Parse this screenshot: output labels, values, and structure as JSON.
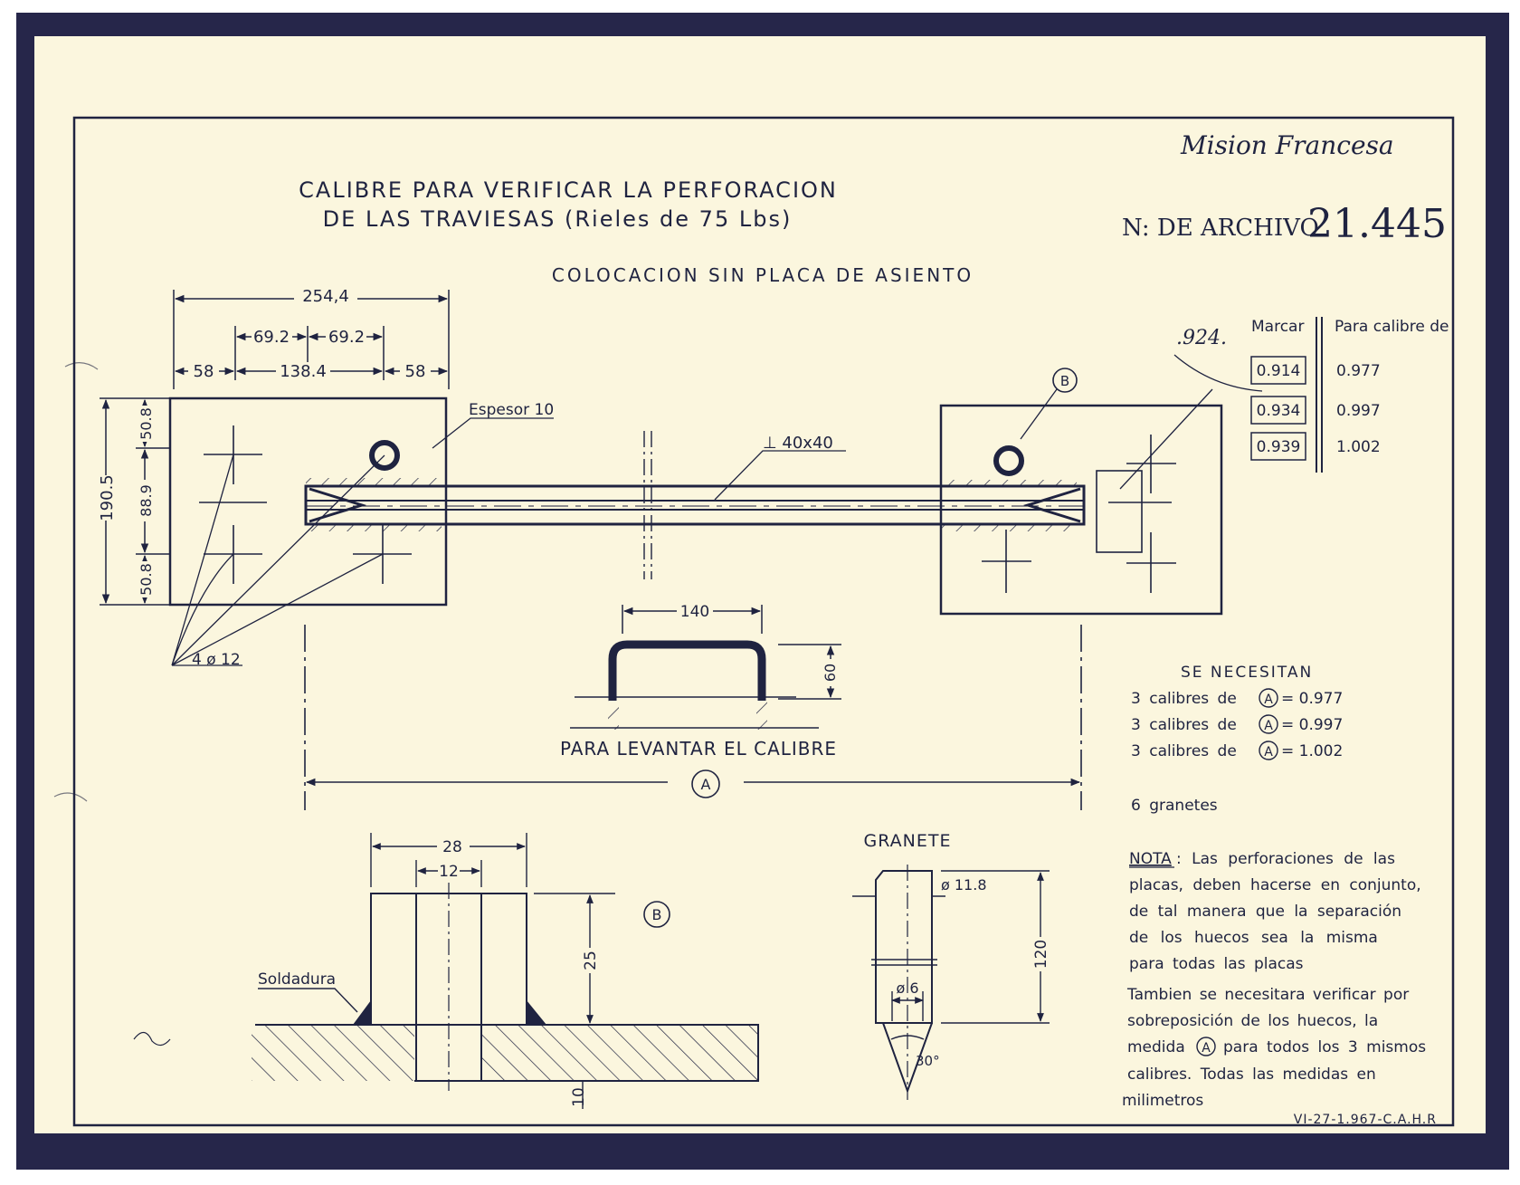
{
  "title": {
    "line1": "CALIBRE PARA VERIFICAR LA PERFORACION",
    "line2": "DE LAS TRAVIESAS (Rieles de 75 Lbs)",
    "subtitle": "COLOCACION SIN PLACA DE ASIENTO"
  },
  "header": {
    "mision": "Mision Francesa",
    "archivo_label": "N: DE ARCHIVO",
    "archivo_number": "21.445"
  },
  "dimensions": {
    "total_width": "254,4",
    "half_left": "69.2",
    "half_right": "69.2",
    "edge_left": "58",
    "middle": "138.4",
    "edge_right": "58",
    "height_total": "190.5",
    "height_top": "50.8",
    "height_mid": "88.9",
    "height_bottom": "50.8",
    "espesor": "Espesor 10",
    "angle_profile": "⊥ 40x40",
    "holes": "4 ø 12",
    "handle_width": "140",
    "handle_height": "60",
    "handle_caption": "PARA LEVANTAR EL CALIBRE",
    "gauge_label": "A"
  },
  "calibre_table": {
    "handwritten_note": ".924.",
    "headers": [
      "Marcar",
      "Para calibre de"
    ],
    "rows": [
      {
        "marcar": "0.914",
        "calibre": "0.977"
      },
      {
        "marcar": "0.934",
        "calibre": "0.997"
      },
      {
        "marcar": "0.939",
        "calibre": "1.002"
      }
    ]
  },
  "necesitan": {
    "heading": "SE NECESITAN",
    "items": [
      {
        "text": "3 calibres de",
        "circle": "A",
        "value": "= 0.977"
      },
      {
        "text": "3 calibres de",
        "circle": "A",
        "value": "= 0.997"
      },
      {
        "text": "3 calibres de",
        "circle": "A",
        "value": "= 1.002"
      }
    ],
    "granetes": "6 granetes"
  },
  "detail_b": {
    "label": "B",
    "outer": "28",
    "inner": "12",
    "height": "25",
    "base": "10",
    "weld": "Soldadura"
  },
  "granete": {
    "title": "GRANETE",
    "diameter_top": "ø 11.8",
    "diameter_tip": "ø 6",
    "length": "120",
    "angle": "30°"
  },
  "nota": {
    "label": "NOTA",
    "lines": [
      ": Las perforaciones de las",
      "placas, deben hacerse en conjunto,",
      "de tal manera que la separación",
      "de los huecos sea la misma",
      "para todas las placas",
      "Tambien se necesitara verificar por",
      "sobreposición de los huecos, la",
      "medida",
      "para todos los 3 mismos",
      "calibres. Todas las medidas en",
      "milimetros"
    ],
    "circle": "A"
  },
  "footer": {
    "code": "VI-27-1.967-C.A.H.R"
  },
  "colors": {
    "paper": "#fbf6de",
    "border": "#26264a",
    "ink": "#1f2340",
    "handwriting": "#2a3b8f"
  }
}
